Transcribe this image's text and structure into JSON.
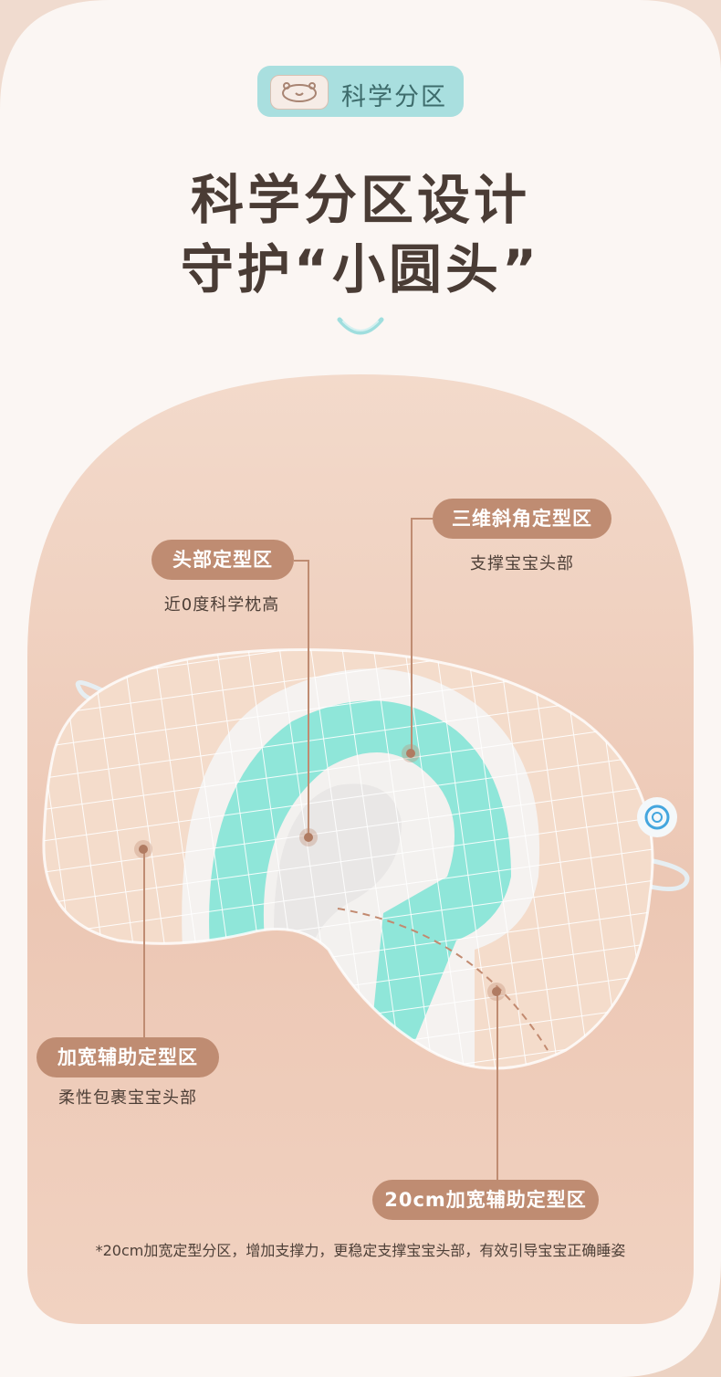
{
  "colors": {
    "background": "#f1ddd1",
    "panel": "#ecc6b3",
    "accent_tag": "#a9dfdf",
    "label_pill": "#bf8c72",
    "headline_text": "#4a3c35",
    "pillow_teal": "#8fe6d9",
    "pillow_peach": "#f3dccb"
  },
  "tag": {
    "icon": "bear-pillow-icon",
    "label": "科学分区"
  },
  "headline": {
    "line1": "科学分区设计",
    "line2": "守护“小圆头”"
  },
  "decoration": {
    "icon": "smile-curve-icon"
  },
  "zones": [
    {
      "label": "头部定型区",
      "description": "近0度科学枕高"
    },
    {
      "label": "三维斜角定型区",
      "description": "支撑宝宝头部"
    },
    {
      "label": "加宽辅助定型区",
      "description": "柔性包裹宝宝头部"
    },
    {
      "label": "20cm加宽辅助定型区",
      "description": ""
    }
  ],
  "footnote": "*20cm加宽定型分区，增加支撑力，更稳定支撑宝宝头部，有效引导宝宝正确睡姿"
}
